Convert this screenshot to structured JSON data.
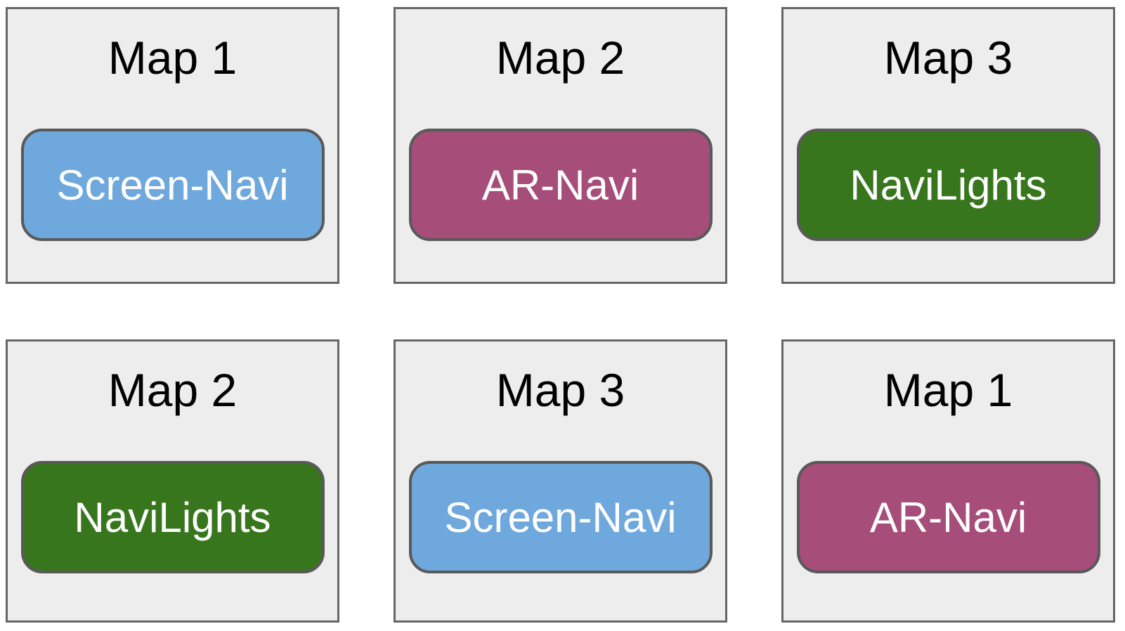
{
  "cards": [
    {
      "title": "Map 1",
      "tech_label": "Screen-Navi",
      "tech_color": "#6fa8dc"
    },
    {
      "title": "Map 2",
      "tech_label": "AR-Navi",
      "tech_color": "#a64d79"
    },
    {
      "title": "Map 3",
      "tech_label": "NaviLights",
      "tech_color": "#38761d"
    },
    {
      "title": "Map 2",
      "tech_label": "NaviLights",
      "tech_color": "#38761d"
    },
    {
      "title": "Map 3",
      "tech_label": "Screen-Navi",
      "tech_color": "#6fa8dc"
    },
    {
      "title": "Map 1",
      "tech_label": "AR-Navi",
      "tech_color": "#a64d79"
    }
  ],
  "palette": {
    "screen_navi_blue": "#6fa8dc",
    "ar_navi_magenta": "#a64d79",
    "navilights_green": "#38761d",
    "card_background": "#ededed",
    "card_border": "#666666",
    "pill_border": "#595959",
    "pill_text": "#ffffff",
    "title_text": "#000000",
    "page_background": "#ffffff"
  }
}
